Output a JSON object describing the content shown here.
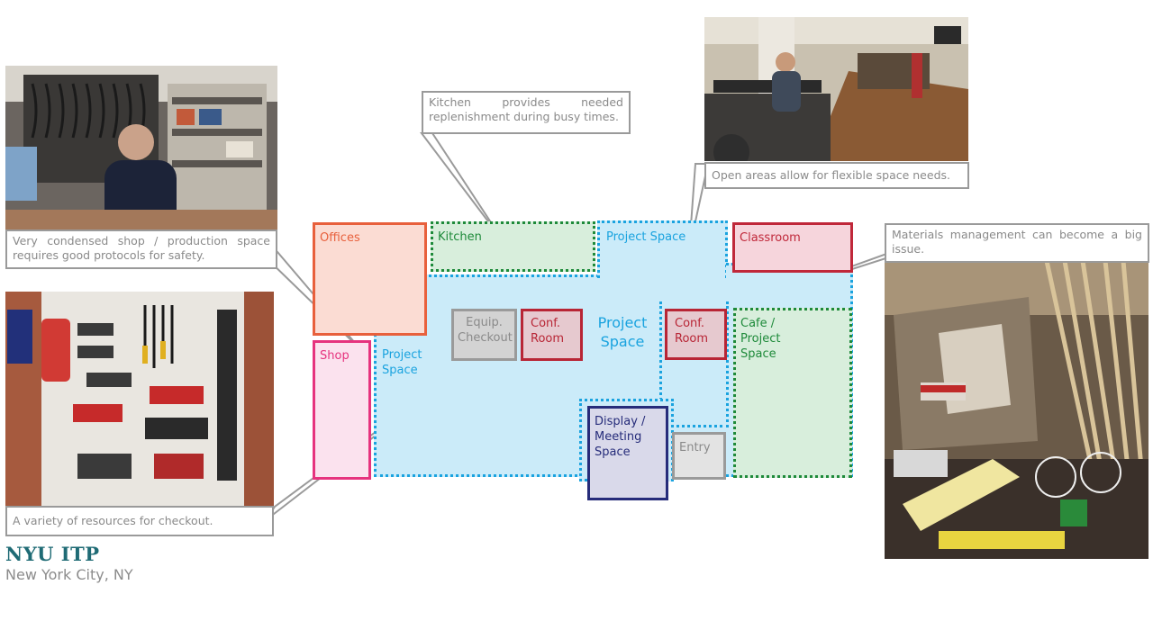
{
  "title": "NYU ITP",
  "subtitle": "New York City, NY",
  "callouts": {
    "kitchen": "Kitchen provides needed replenishment during busy times.",
    "open_areas": "Open areas allow for flexible space needs.",
    "shop": "Very condensed shop / production space requires good protocols for safety.",
    "materials": "Materials management can become a big issue.",
    "checkout": "A variety of resources for checkout."
  },
  "rooms": {
    "offices": "Offices",
    "kitchen": "Kitchen",
    "project_space_top": "Project Space",
    "classroom": "Classroom",
    "shop": "Shop",
    "project_space_left": "Project Space",
    "equip_checkout": "Equip. Checkout",
    "conf_room_1": "Conf. Room",
    "project_space_center": "Project Space",
    "conf_room_2": "Conf. Room",
    "cafe": "Cafe / Project Space",
    "display": "Display / Meeting Space",
    "entry": "Entry"
  },
  "colors": {
    "offices": "#e8603c",
    "kitchen": "#1e8a3a",
    "project_blue": "#1aa3df",
    "classroom": "#c0283a",
    "shop": "#e6337e",
    "equip": "#9a9a9a",
    "conf": "#b82535",
    "cafe": "#1e8a3a",
    "display": "#262c7a",
    "entry": "#9a9a9a",
    "title": "#1f6b75"
  }
}
